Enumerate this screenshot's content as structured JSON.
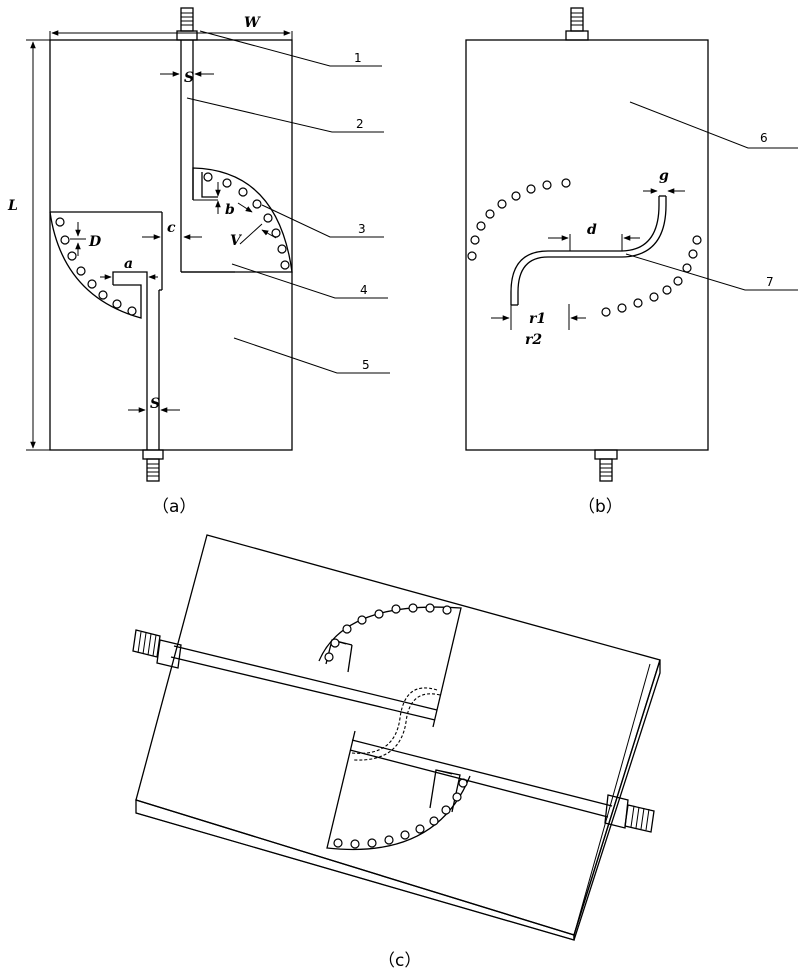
{
  "dimensions": {
    "W": "W",
    "L": "L",
    "S_top": "S",
    "S_bottom": "S",
    "a": "a",
    "b": "b",
    "c": "c",
    "D": "D",
    "V": "V",
    "d": "d",
    "g": "g",
    "r1": "r1",
    "r2": "r2"
  },
  "part_numbers": [
    "1",
    "2",
    "3",
    "4",
    "5",
    "6",
    "7"
  ],
  "captions": {
    "a": "（a）",
    "b": "（b）",
    "c": "（c）"
  }
}
